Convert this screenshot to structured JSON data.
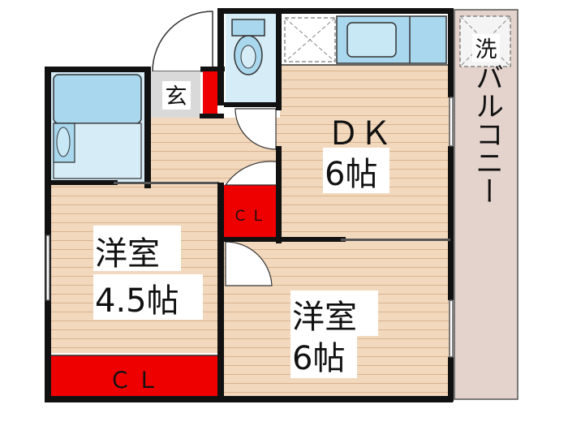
{
  "rooms": {
    "dk": {
      "name": "ＤＫ",
      "size": "6帖"
    },
    "western_small": {
      "name": "洋室",
      "size": "4.5帖"
    },
    "western_large": {
      "name": "洋室",
      "size": "6帖"
    }
  },
  "labels": {
    "entrance": "玄",
    "laundry": "洗",
    "closet_small": "ＣＬ",
    "closet_large": "ＣＬ",
    "balcony": "バルコニー"
  },
  "colors": {
    "floor_wood": "#f2d9bd",
    "floor_line": "#d9b38f",
    "wet_area": "#d6ecf7",
    "fixture_blue": "#a9d8ee",
    "closet_red": "#ee0000",
    "balcony": "#e3d3cc",
    "entrance_tile": "#d9d9d9",
    "wall": "#111111"
  }
}
